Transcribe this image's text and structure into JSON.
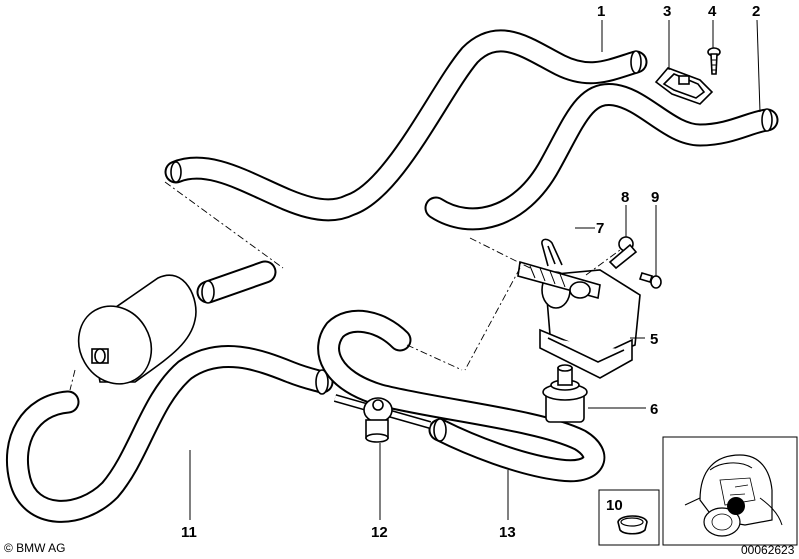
{
  "labels": {
    "p1": "1",
    "p2": "2",
    "p3": "3",
    "p4": "4",
    "p5": "5",
    "p6": "6",
    "p7": "7",
    "p8": "8",
    "p9": "9",
    "p10": "10",
    "p11": "11",
    "p12": "12",
    "p13": "13"
  },
  "copyright": "© BMW AG",
  "diagram_number": "00062623"
}
